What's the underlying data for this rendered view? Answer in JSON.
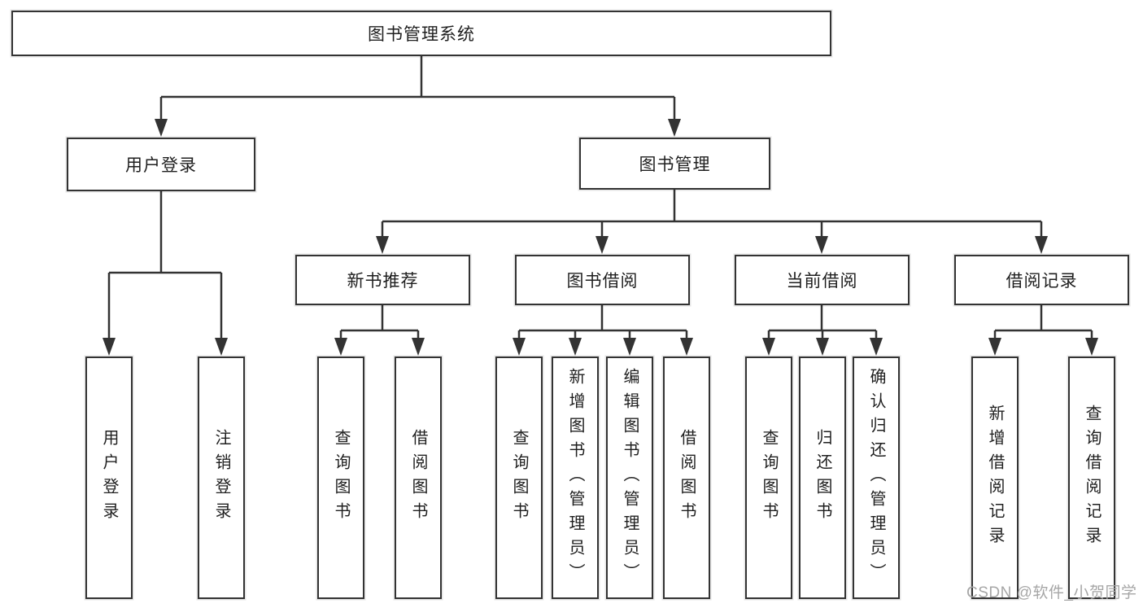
{
  "diagram": {
    "root": {
      "label": "图书管理系统"
    },
    "branches": [
      {
        "label": "用户登录"
      },
      {
        "label": "图书管理"
      }
    ],
    "modules": [
      {
        "label": "新书推荐"
      },
      {
        "label": "图书借阅"
      },
      {
        "label": "当前借阅"
      },
      {
        "label": "借阅记录"
      }
    ],
    "leaves": [
      {
        "label": "用户登录"
      },
      {
        "label": "注销登录"
      },
      {
        "label": "查询图书"
      },
      {
        "label": "借阅图书"
      },
      {
        "label": "查询图书"
      },
      {
        "label": "新增图书（管理员）"
      },
      {
        "label": "编辑图书（管理员）"
      },
      {
        "label": "借阅图书"
      },
      {
        "label": "查询图书"
      },
      {
        "label": "归还图书"
      },
      {
        "label": "确认归还（管理员）"
      },
      {
        "label": "新增借阅记录"
      },
      {
        "label": "查询借阅记录"
      }
    ],
    "watermark": "CSDN @软件_小贺同学",
    "colors": {
      "line": "#333333",
      "text": "#1f1f1f",
      "box_background": "#ffffff",
      "watermark": "#a6a6a6"
    }
  }
}
